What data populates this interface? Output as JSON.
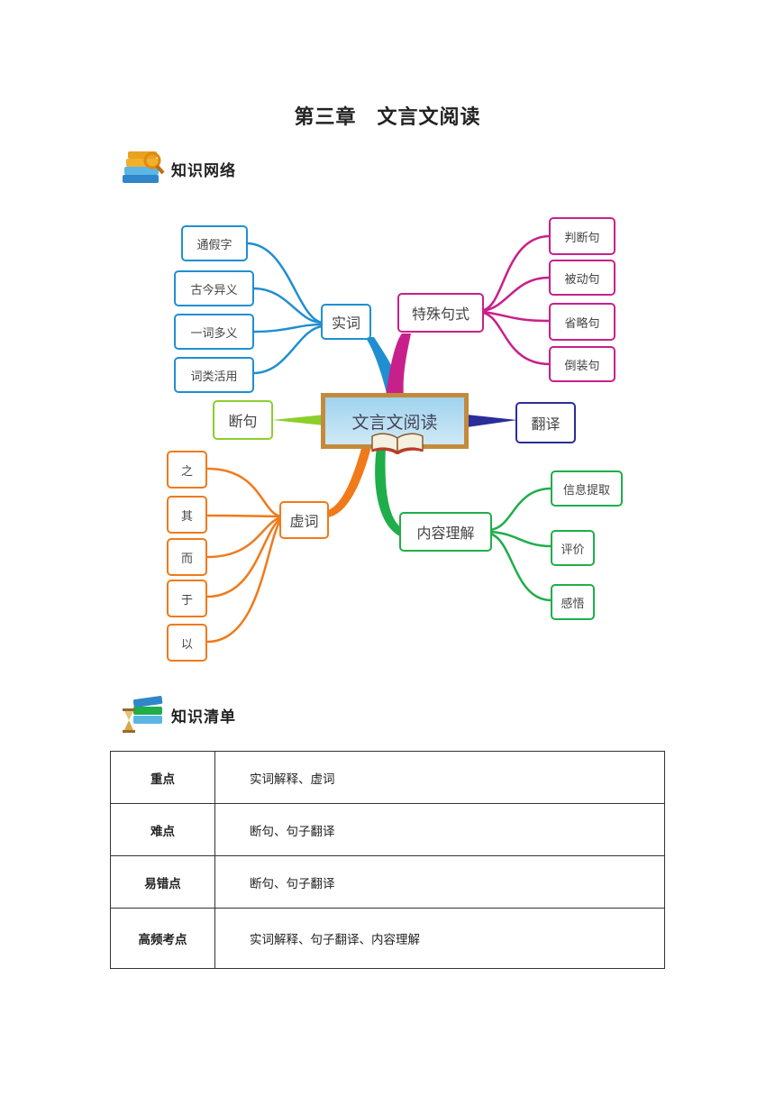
{
  "title": "第三章　文言文阅读",
  "network_section": {
    "label": "知识网络",
    "icon": "books-magnifier-icon"
  },
  "checklist_section": {
    "label": "知识清单",
    "icon": "books-hourglass-icon"
  },
  "mindmap": {
    "center": "文言文阅读",
    "shici": {
      "label": "实词",
      "color": "#1f8fd1",
      "items": [
        "通假字",
        "古今异义",
        "一词多义",
        "词类活用"
      ]
    },
    "teshu": {
      "label": "特殊句式",
      "color": "#c8208a",
      "items": [
        "判断句",
        "被动句",
        "省略句",
        "倒装句"
      ]
    },
    "duanju": {
      "label": "断句",
      "color": "#8ccf2d"
    },
    "fanyi": {
      "label": "翻译",
      "color": "#2b2d9a"
    },
    "xuci": {
      "label": "虚词",
      "color": "#f07a1a",
      "items": [
        "之",
        "其",
        "而",
        "于",
        "以"
      ]
    },
    "neirong": {
      "label": "内容理解",
      "color": "#1fae4a",
      "items": [
        "信息提取",
        "评价",
        "感悟"
      ]
    }
  },
  "table": {
    "rows": [
      {
        "key": "重点",
        "value": "实词解释、虚词"
      },
      {
        "key": "难点",
        "value": "断句、句子翻译"
      },
      {
        "key": "易错点",
        "value": "断句、句子翻译"
      },
      {
        "key": "高频考点",
        "value": "实词解释、句子翻译、内容理解"
      }
    ]
  }
}
